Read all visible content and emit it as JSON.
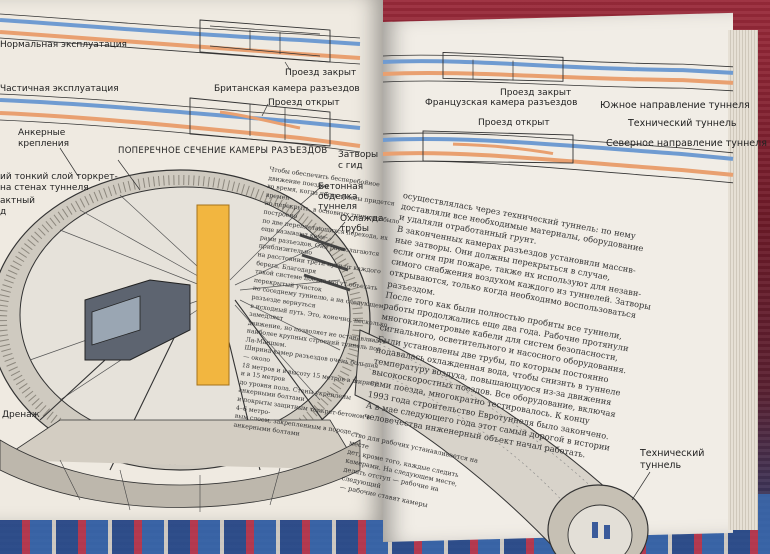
{
  "labels": {
    "normal_op": "Нормальная эксплуатация",
    "partial_op": "Частичная эксплуатация",
    "passage_closed_1": "Проезд закрыт",
    "british_chamber": "Британская камера разъездов",
    "passage_open_1": "Проезд открыт",
    "anchor_fasteners": "Анкерные\nкрепления",
    "cross_section_title": "ПОПЕРЕЧНОЕ СЕЧЕНИЕ КАМЕРЫ РАЗЪЕЗДОВ",
    "thin_shotcrete": "ий тонкий слой торкрет-\nна стенах туннеля",
    "contact": "актный\nд",
    "shutters": "Затворы\nс гид",
    "concrete_lining": "Бетонная\nобделка\nтуннеля",
    "cooling_pipes": "Охлажда\nтрубы",
    "drainage": "Дренаж",
    "passage_closed_2": "Проезд закрыт",
    "french_chamber": "Французская камера разъездов",
    "south_tunnel": "Южное направление туннеля",
    "service_tunnel_top": "Технический туннель",
    "passage_open_2": "Проезд открыт",
    "north_tunnel": "Северное направление туннеля",
    "service_tunnel_label": "Технический\nтуннель"
  },
  "text": {
    "left_column": "Чтобы обеспечить бесперебойное движение поездов\nво время, когда часть трассы придется времен-\nно перекрыть, в основных туннелях было построено\nпо две переплетающихся перехода, их еще называют каме-\nрами разъездов. Они располагаются приблизительно\nна расстоянии трети пути от каждого берега. Благодаря\nтакой системе поезда могут объехать перекрытый участок\nпо соседнему туннелю, а на следующем разъезде вернуться\nв исходный путь. Это, конечно, несколько замедляет\nдвижение, но позволяет не останавливать\nнаиболее крупных строений туннель под Ла-Маншем.\nШирина камер разъездов очень большая — около\n18 метров и в высоту 15 метров в ширину и в 15 метров\nдо уровня пола. Стены укреплены анкерными болтами\nи покрыты защитным торкрет-бетоном в 4–6 метро-\nвым слоем, закрепленным в породе — анкерными болтами",
    "right_column": "осуществлялась через технический туннель: по нему\nдоставляли все необходимые материалы, оборудование\nи удаляли отработанный грунт.\nВ законченных камерах разъездов установили массив-\nные затворы. Они должны перекрыться в случае,\nесли огня при пожаре, также их используют для незави-\nсимого снабжения воздухом каждого из туннелей. Затворы\nоткрываются, только когда необходимо воспользоваться\nразъездом.\nПосле того как были полностью пробиты все туннели,\nработы продолжались еще два года. Рабочие протянули\nмногокилометровые кабели для систем безопасности,\nсигнального, осветительного и насосного оборудования.\nБыли установлены две трубы, по которым постоянно\nподавалась охлажденная вода, чтобы снизить в туннеле\nтемпературу воздуха, повышающуюся из-за движения\nвысокоскоростных поездов. Все оборудование, включая\nсами поезда, многократно тестировалось. К концу\n1993 года строительство Евротуннеля было закончено.\nА в мае следующего года этот самый дорогой в истории\nчеловечества инженерный объект начал работать.",
    "bottom_left": "ство для рабочих устанавливается на месте\nдет, кроме того, каждые следить\nкамерами. На следующем месте,\nделать отступ — рабочие на следующий\n— рабочие ставят камеры"
  },
  "colors": {
    "tunnel_blue": "#6f9bd1",
    "tunnel_orange": "#e9a070",
    "marker_yellow": "#f2b640",
    "page": "#efeae1"
  }
}
